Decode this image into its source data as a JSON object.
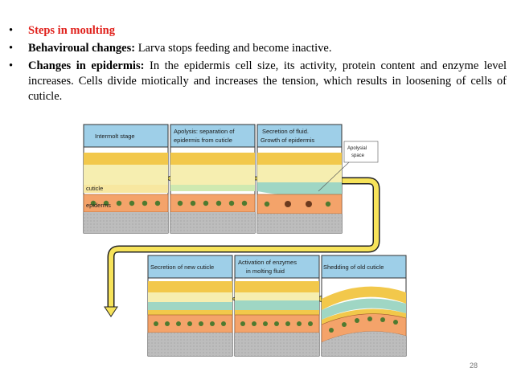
{
  "bullets": [
    {
      "term": "Steps in moulting",
      "text": ""
    },
    {
      "term": "Behaviroual changes:",
      "text": "Larva stops feeding and become inactive."
    },
    {
      "term": "Changes in epidermis:",
      "text": "In the epidermis cell size, its activity, protein content and enzyme level increases. Cells divide miotically and increases the tension, which results in loosening of cells of cuticle."
    }
  ],
  "bullet_symbol": "•",
  "diagram": {
    "panels_top": [
      {
        "title": "Intermolt stage"
      },
      {
        "title_line1": "Apolysis: separation of",
        "title_line2": "epidermis from cuticle"
      },
      {
        "title_line1": "Secretion of fluid.",
        "title_line2": "Growth of epidermis"
      }
    ],
    "panels_bottom": [
      {
        "title": "Secretion of new cuticle"
      },
      {
        "title_line1": "Activation of enzymes",
        "title_line2": "in molting fluid"
      },
      {
        "title": "Shedding of old cuticle"
      }
    ],
    "labels": {
      "cuticle": "cuticle",
      "epidermis": "epiderms",
      "apolysial_line1": "Apolysial",
      "apolysial_line2": "space"
    }
  },
  "page_number": "28",
  "colors": {
    "accent_red": "#e0201b",
    "cuticle_yellow": "#f2c84b",
    "cell_orange": "#f4a36a",
    "nucleus_green": "#4f7a2f",
    "fluid_teal": "#9fd6c4",
    "header_blue": "#9ecfe8",
    "arrow_yellow": "#f7e35a"
  }
}
